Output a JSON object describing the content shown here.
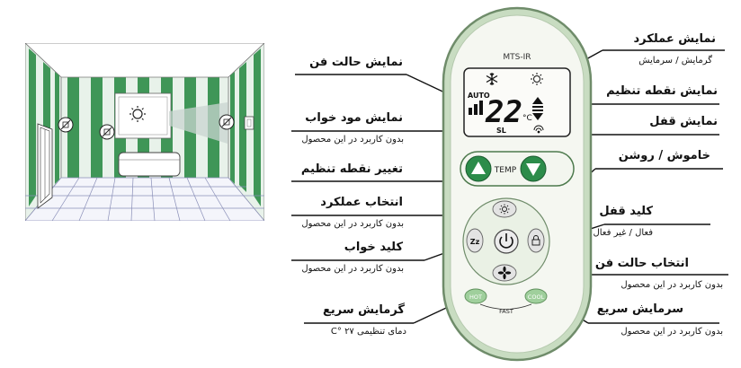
{
  "remote": {
    "model": "MTS-IR",
    "display": {
      "mode_auto": "AUTO",
      "temperature": "22",
      "unit": "°C",
      "sleep": "SL",
      "fan_icon": "snowflake-icon",
      "mode_icon": "sun-icon"
    },
    "temp_button_label": "TEMP",
    "hot_label": "HOT",
    "cool_label": "COOL",
    "fast_label": "FAST"
  },
  "callouts": {
    "fan_mode_display": "نمایش حالت فن",
    "sleep_mode_display": "نمایش مود خواب",
    "sleep_mode_display_note": "بدون کاربرد در این محصول",
    "setpoint_change": "تغییر نقطه تنظیم",
    "operation_select": "انتخاب عملکرد",
    "operation_select_note": "بدون کاربرد در این محصول",
    "sleep_key": "کلید خواب",
    "sleep_key_note": "بدون کاربرد در این محصول",
    "fast_heat": "گرمایش سریع",
    "fast_heat_note": "دمای تنظیمی ۲۷ °C",
    "operation_display": "نمایش عملکرد",
    "operation_display_note": "گرمایش / سرمایش",
    "setpoint_display": "نمایش نقطه تنظیم",
    "lock_display": "نمایش قفل",
    "power": "خاموش / روشن",
    "lock_key": "کلید قفل",
    "lock_key_note": "فعال / غیر فعال",
    "fan_mode_select": "انتخاب حالت فن",
    "fan_mode_select_note": "بدون کاربرد در این محصول",
    "fast_cool": "سرمایش سریع",
    "fast_cool_note": "بدون کاربرد در این محصول"
  }
}
